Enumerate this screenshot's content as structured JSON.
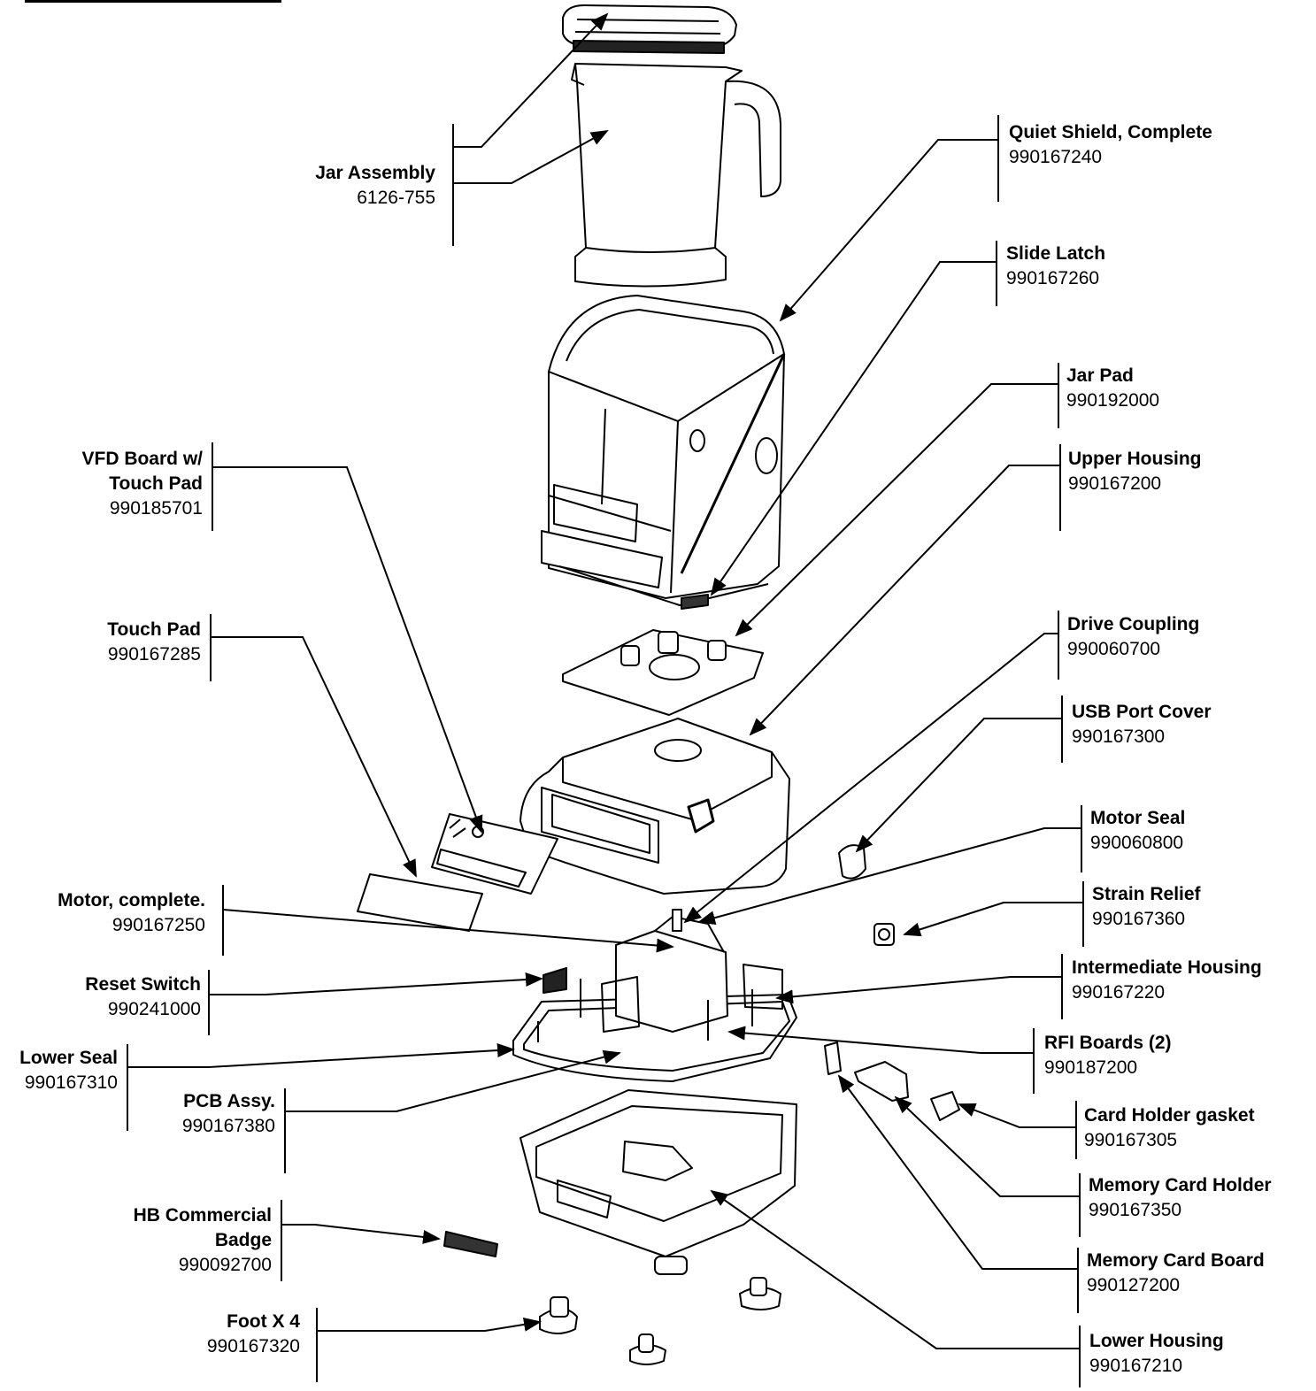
{
  "parts": [
    {
      "id": "jar-assembly",
      "name": "Jar Assembly",
      "number": "6126-755"
    },
    {
      "id": "quiet-shield",
      "name": "Quiet Shield, Complete",
      "number": "990167240"
    },
    {
      "id": "slide-latch",
      "name": "Slide Latch",
      "number": "990167260"
    },
    {
      "id": "jar-pad",
      "name": "Jar Pad",
      "number": "990192000"
    },
    {
      "id": "upper-housing",
      "name": "Upper Housing",
      "number": "990167200"
    },
    {
      "id": "vfd-board",
      "name": "VFD Board w/",
      "name2": "Touch Pad",
      "number": "990185701"
    },
    {
      "id": "touch-pad",
      "name": "Touch Pad",
      "number": "990167285"
    },
    {
      "id": "drive-coupling",
      "name": "Drive Coupling",
      "number": "990060700"
    },
    {
      "id": "usb-port-cover",
      "name": "USB Port Cover",
      "number": "990167300"
    },
    {
      "id": "motor-seal",
      "name": "Motor Seal",
      "number": "990060800"
    },
    {
      "id": "motor-complete",
      "name": "Motor, complete.",
      "number": "990167250"
    },
    {
      "id": "strain-relief",
      "name": "Strain Relief",
      "number": "990167360"
    },
    {
      "id": "reset-switch",
      "name": "Reset Switch",
      "number": "990241000"
    },
    {
      "id": "intermediate-housing",
      "name": "Intermediate Housing",
      "number": "990167220"
    },
    {
      "id": "lower-seal",
      "name": "Lower Seal",
      "number": "990167310"
    },
    {
      "id": "rfi-boards",
      "name": "RFI Boards (2)",
      "number": "990187200"
    },
    {
      "id": "pcb-assy",
      "name": "PCB Assy.",
      "number": "990167380"
    },
    {
      "id": "card-holder-gasket",
      "name": "Card Holder gasket",
      "number": "990167305"
    },
    {
      "id": "memory-card-holder",
      "name": "Memory Card Holder",
      "number": "990167350"
    },
    {
      "id": "hb-badge",
      "name": "HB Commercial",
      "name2": "Badge",
      "number": "990092700"
    },
    {
      "id": "memory-card-board",
      "name": "Memory Card Board",
      "number": "990127200"
    },
    {
      "id": "foot",
      "name": "Foot X 4",
      "number": "990167320"
    },
    {
      "id": "lower-housing",
      "name": "Lower Housing",
      "number": "990167210"
    }
  ]
}
